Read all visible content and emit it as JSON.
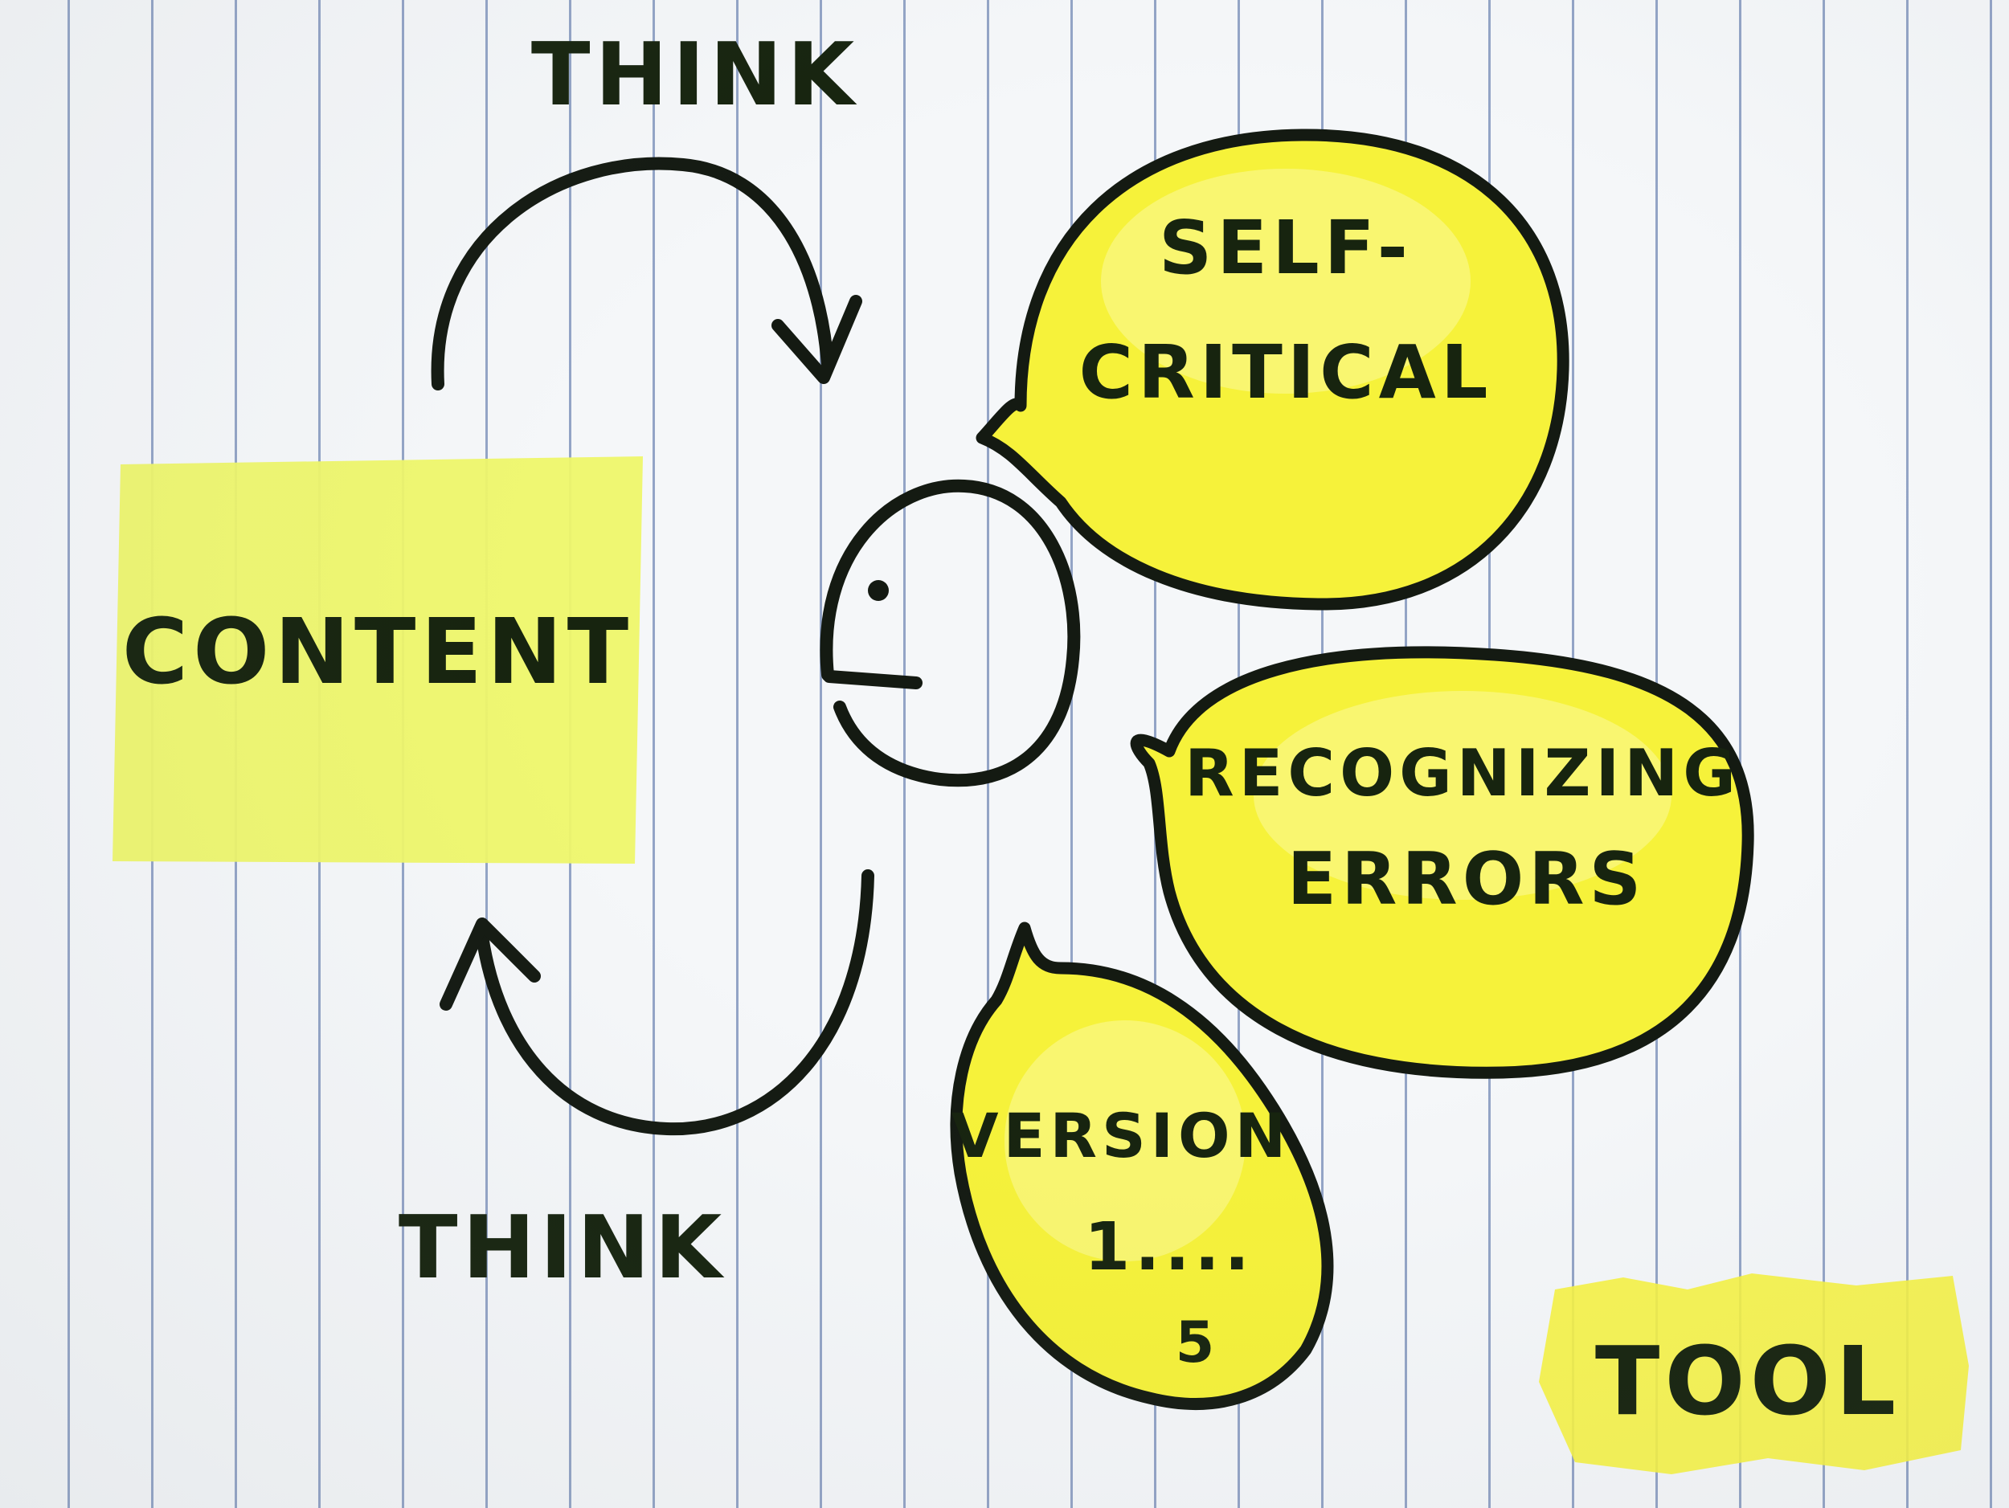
{
  "sticky_note": {
    "label": "CONTENT"
  },
  "cycle": {
    "top_label": "THINK",
    "bottom_label": "THINK"
  },
  "bubbles": {
    "self_critical": {
      "line1": "SELF-",
      "line2": "CRITICAL"
    },
    "recognizing_errors": {
      "line1": "RECOGNIZING",
      "line2": "ERRORS"
    },
    "version": {
      "line1": "VERSION",
      "line2": "1....",
      "line3": "5"
    }
  },
  "tag": {
    "label": "TOOL"
  },
  "colors": {
    "paper": "#f5f7f9",
    "rule_line": "#93a4c6",
    "sticky_yellow": "#eef76a",
    "highlighter_yellow": "#f6f23a",
    "ink": "#141a12"
  }
}
